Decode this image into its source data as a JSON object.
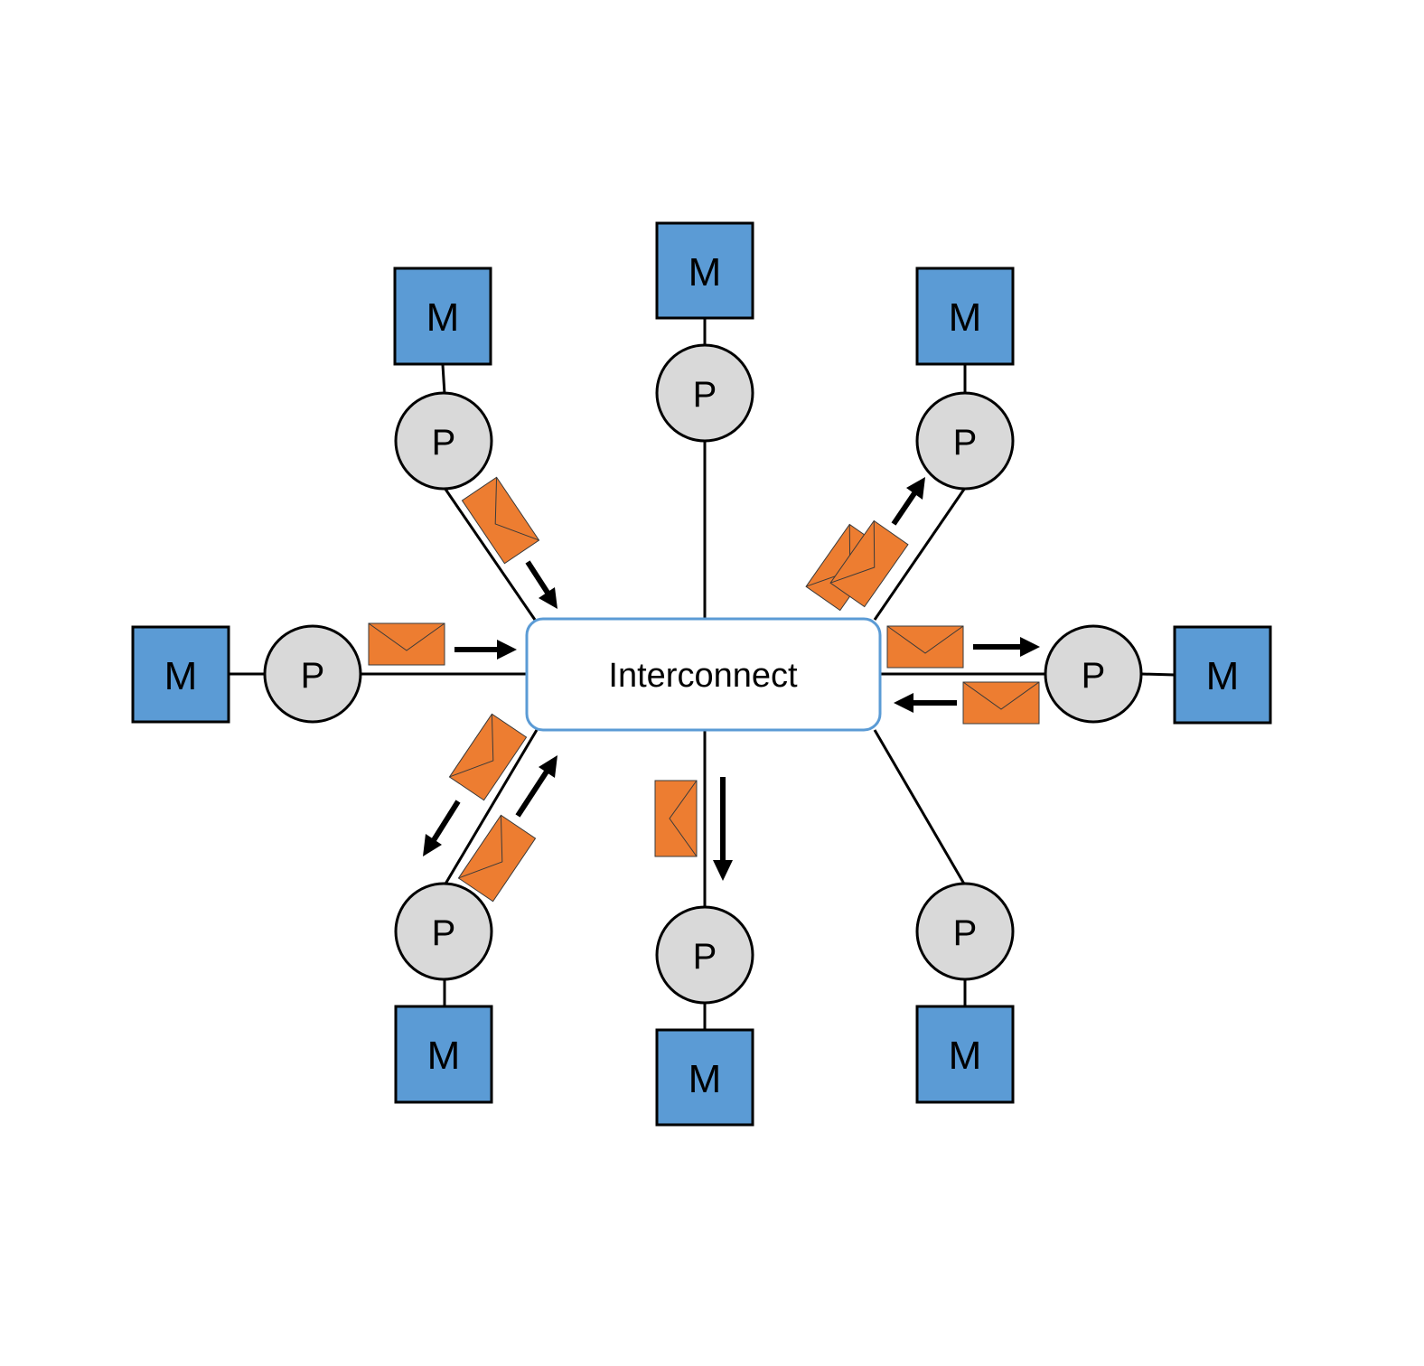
{
  "hub": {
    "label": "Interconnect"
  },
  "memory_label": "M",
  "processor_label": "P",
  "colors": {
    "memory_fill": "#5b9bd5",
    "processor_fill": "#d9d9d9",
    "message_fill": "#ed7d31",
    "hub_border": "#5b9bd5"
  },
  "nodes": [
    {
      "id": "top-left"
    },
    {
      "id": "top"
    },
    {
      "id": "top-right"
    },
    {
      "id": "left"
    },
    {
      "id": "right"
    },
    {
      "id": "bottom-left"
    },
    {
      "id": "bottom"
    },
    {
      "id": "bottom-right"
    }
  ]
}
